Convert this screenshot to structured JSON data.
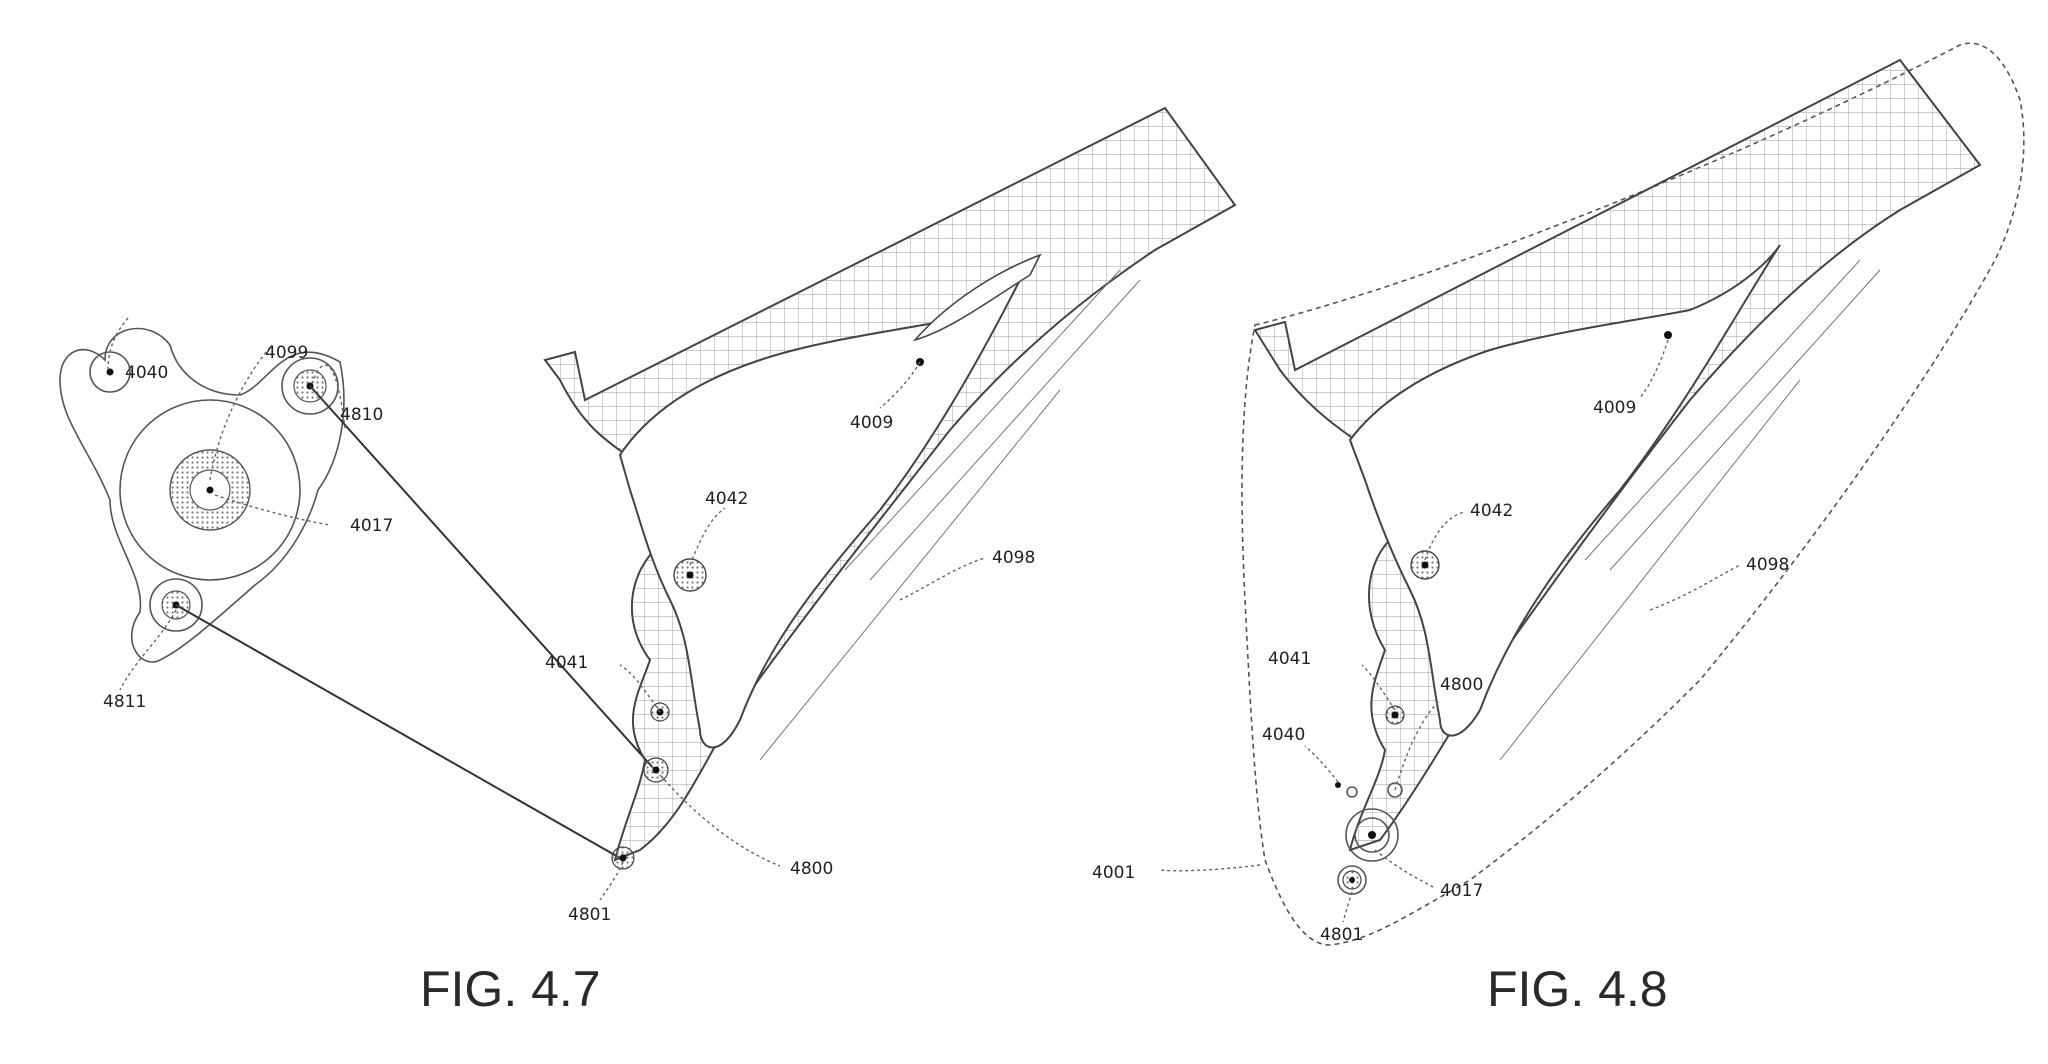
{
  "figures": [
    {
      "caption": "FIG. 4.7",
      "labels": {
        "r4040": "4040",
        "r4099": "4099",
        "r4810": "4810",
        "r4017": "4017",
        "r4811": "4811",
        "r4009": "4009",
        "r4042": "4042",
        "r4098": "4098",
        "r4041": "4041",
        "r4800": "4800",
        "r4801": "4801"
      }
    },
    {
      "caption": "FIG. 4.8",
      "labels": {
        "r4009": "4009",
        "r4042": "4042",
        "r4098": "4098",
        "r4041": "4041",
        "r4800": "4800",
        "r4040": "4040",
        "r4001": "4001",
        "r4017": "4017",
        "r4801": "4801"
      }
    }
  ]
}
